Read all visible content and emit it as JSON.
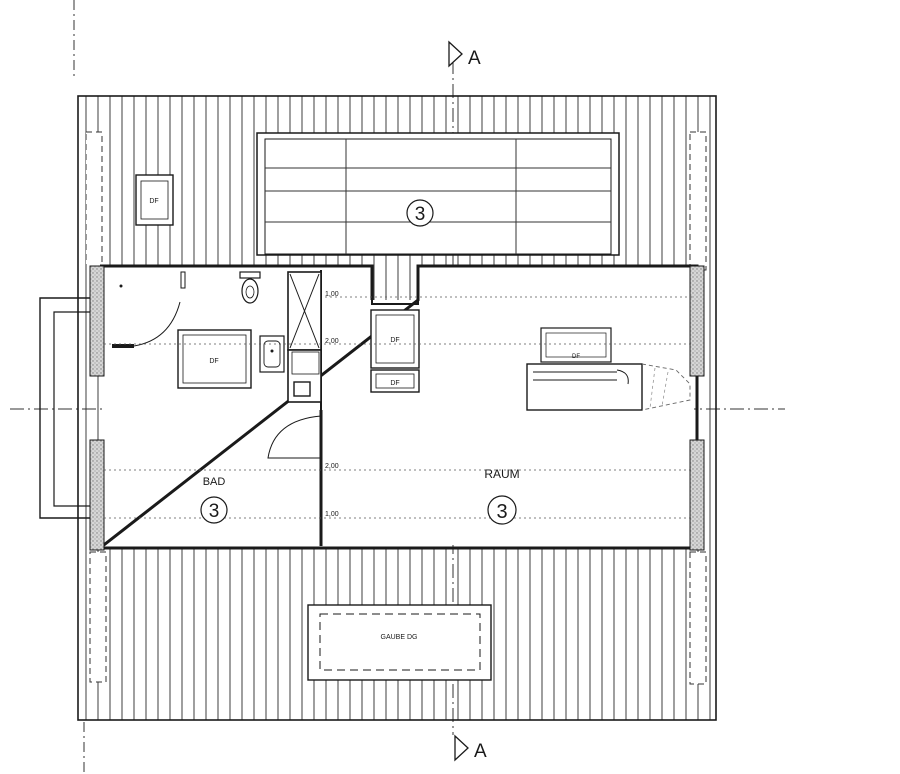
{
  "section_marks": {
    "top": "A",
    "bottom": "A"
  },
  "rooms": {
    "bad": {
      "name": "BAD",
      "number": "3"
    },
    "raum": {
      "name": "RAUM",
      "number": "3"
    },
    "roof_window_number": "3"
  },
  "skylights": {
    "label": "DF"
  },
  "dormer": {
    "label": "GAUBE DG"
  },
  "heights": {
    "h100": "1,00",
    "h200": "2,00"
  }
}
